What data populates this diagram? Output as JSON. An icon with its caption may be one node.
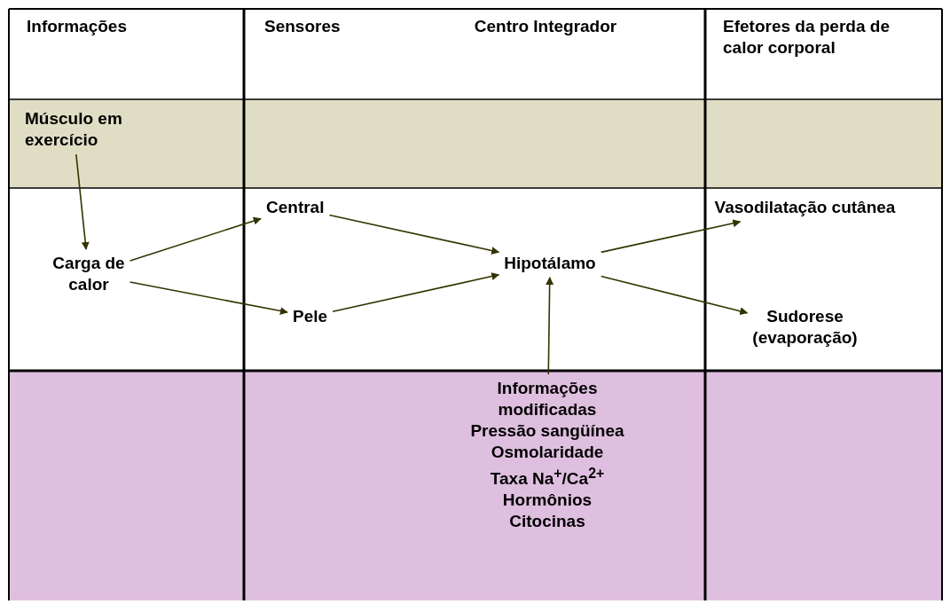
{
  "diagram": {
    "nodes": [
      {
        "text": [
          "Músculo em exercício"
        ]
      },
      {
        "text": [
          "Carga de calor"
        ]
      },
      {
        "text": [
          "Central"
        ]
      },
      {
        "text": [
          "Pele"
        ]
      },
      {
        "text": [
          "Hipotálamo"
        ]
      },
      {
        "text": [
          "Vasodilatação cutânea"
        ]
      },
      {
        "text": [
          "Sudorese (evaporação)"
        ]
      },
      {
        "text": [
          "Informações modificadas",
          "Pressão sangüínea",
          "Osmolaridade",
          "Taxa Na$^{+}$/Ca$^{2+}$",
          "Hormônios",
          "Citocinas"
        ]
      }
    ],
    "edges": [
      {
        "from": 0,
        "to": 1,
        "arrow": "to"
      },
      {
        "from": 1,
        "to": 2,
        "arrow": "to"
      },
      {
        "from": 1,
        "to": 3,
        "arrow": "to"
      },
      {
        "from": 2,
        "to": 4,
        "arrow": "to"
      },
      {
        "from": 3,
        "to": 4,
        "arrow": "to"
      },
      {
        "from": 4,
        "to": 5,
        "arrow": "to"
      },
      {
        "from": 4,
        "to": 6,
        "arrow": "to"
      },
      {
        "from": 7,
        "to": 4,
        "arrow": "to"
      }
    ],
    "labels": [
      "Informações",
      "Sensores",
      "Centro Integrador",
      "Efetores da perda de calor corporal"
    ]
  }
}
